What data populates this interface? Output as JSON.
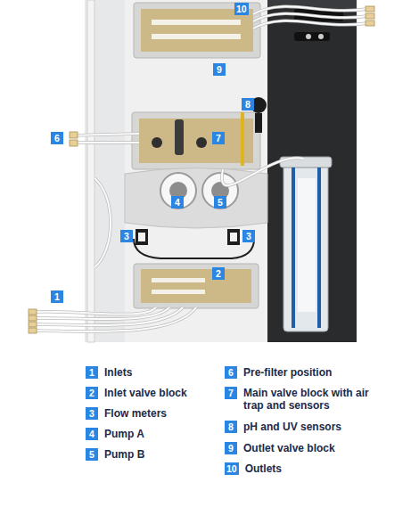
{
  "diagram": {
    "nodes": [
      {
        "text": [
          "10"
        ]
      },
      {
        "text": [
          "9"
        ]
      },
      {
        "text": [
          "8"
        ]
      },
      {
        "text": [
          "6"
        ]
      },
      {
        "text": [
          "7"
        ]
      },
      {
        "text": [
          "4"
        ]
      },
      {
        "text": [
          "5"
        ]
      },
      {
        "text": [
          "3"
        ]
      },
      {
        "text": [
          "3"
        ]
      },
      {
        "text": [
          "2"
        ]
      },
      {
        "text": [
          "1"
        ]
      },
      {
        "text": [
          "1",
          "Inlets"
        ]
      },
      {
        "text": [
          "2",
          "Inlet valve block"
        ]
      },
      {
        "text": [
          "3",
          "Flow meters"
        ]
      },
      {
        "text": [
          "4",
          "Pump A"
        ]
      },
      {
        "text": [
          "5",
          "Pump B"
        ]
      },
      {
        "text": [
          "6",
          "Pre-filter position"
        ]
      },
      {
        "text": [
          "7",
          "Main valve block with air trap and sensors"
        ]
      },
      {
        "text": [
          "8",
          "pH and UV sensors"
        ]
      },
      {
        "text": [
          "9",
          "Outlet valve block"
        ]
      },
      {
        "text": [
          "10",
          "Outlets"
        ]
      }
    ]
  }
}
